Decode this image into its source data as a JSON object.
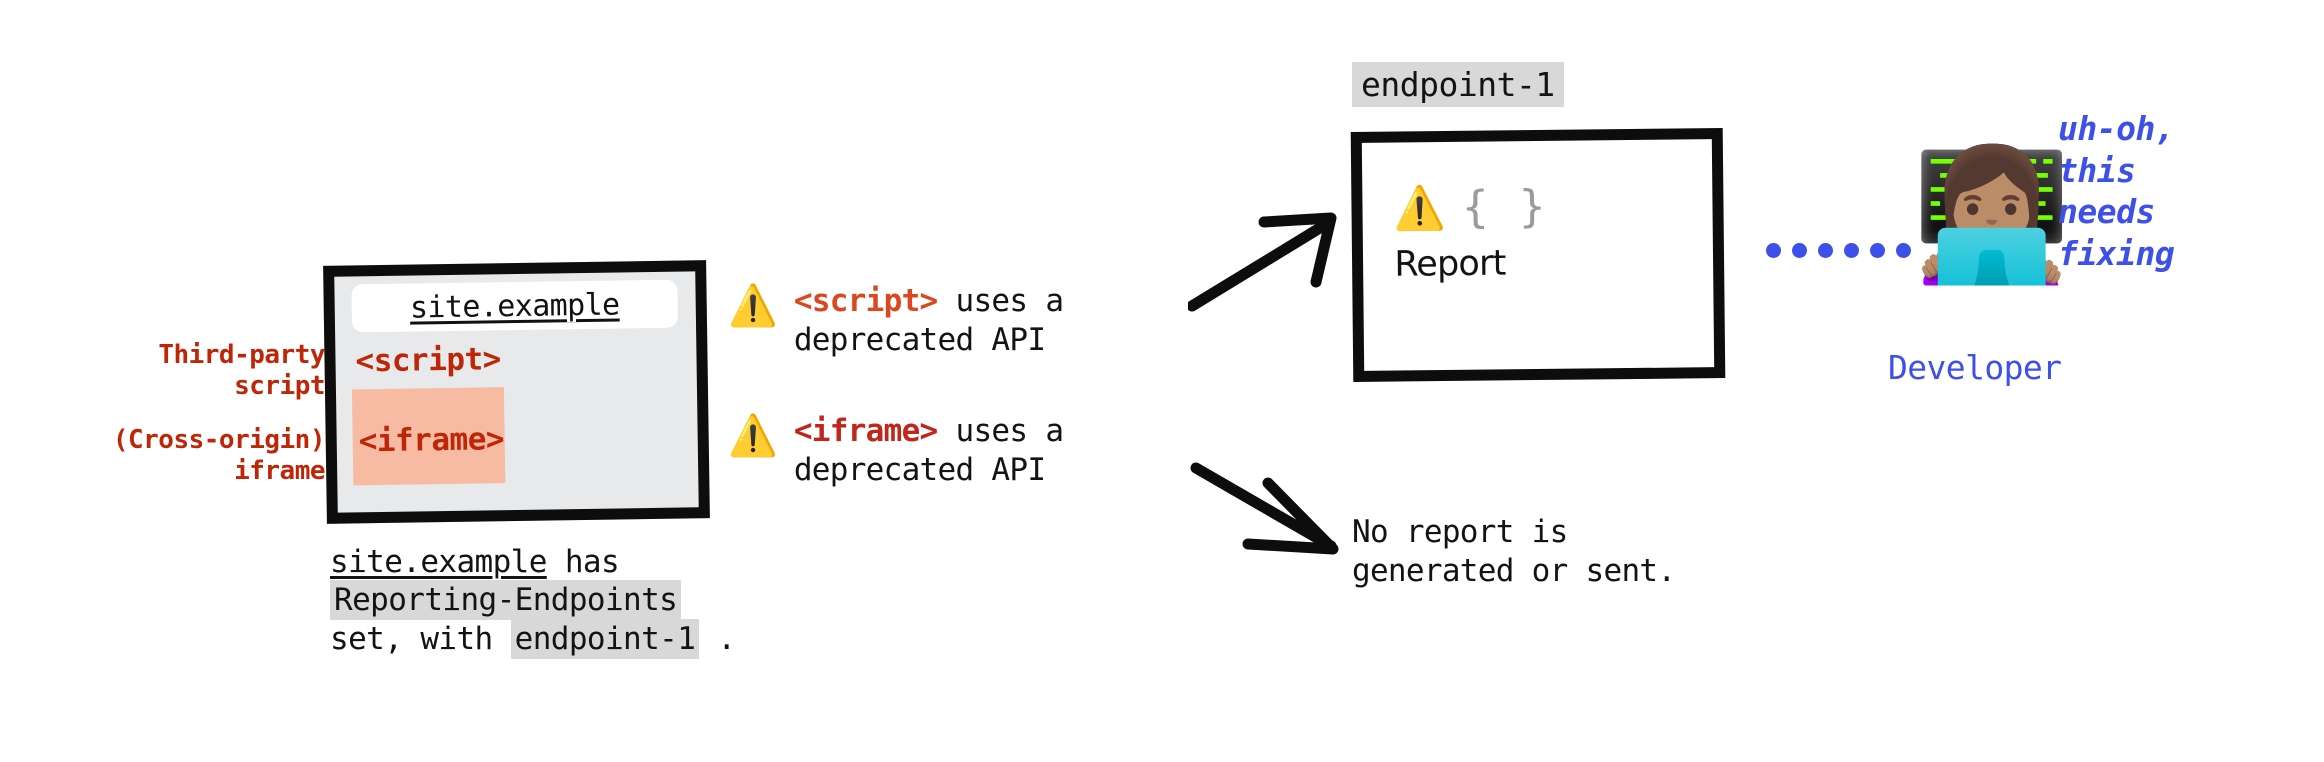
{
  "left_annotations": [
    {
      "lines": "Third-party\nscript"
    },
    {
      "lines": "(Cross-origin)\niframe"
    }
  ],
  "browser": {
    "url": "site.example",
    "script_tag": "<script>",
    "iframe_tag": "<iframe>"
  },
  "browser_caption": {
    "site": "site.example",
    "has": " has",
    "header": "Reporting-Endpoints",
    "set_with": "set, with ",
    "endpoint": "endpoint-1",
    "period": " ."
  },
  "warnings": [
    {
      "icon": "warning-triangle-icon",
      "glyph": "⚠️",
      "tag": "<script>",
      "rest": " uses a\ndeprecated API"
    },
    {
      "icon": "warning-triangle-icon",
      "glyph": "⚠️",
      "tag": "<iframe>",
      "rest": " uses a\ndeprecated API"
    }
  ],
  "endpoint": {
    "badge": "endpoint-1",
    "report_warning_glyph": "⚠️",
    "report_braces": "{ }",
    "report_label": "Report"
  },
  "no_report_text": "No report is\ngenerated or sent.",
  "connector": {
    "dot_count": 6,
    "color": "#3d50e8"
  },
  "developer": {
    "emoji": "👩🏽‍💻",
    "label": "Developer",
    "speech": "uh-oh,\nthis\nneeds\nfixing"
  },
  "colors": {
    "red": "#bf2608",
    "script_orange": "#d9481f",
    "iframe_red": "#c0261a",
    "blue": "#3d50e8",
    "iframe_highlight": "#f7bba4",
    "chip_gray": "#d8d8d8",
    "window_gray": "#e8e9eb",
    "ink": "#0d0d0d"
  }
}
